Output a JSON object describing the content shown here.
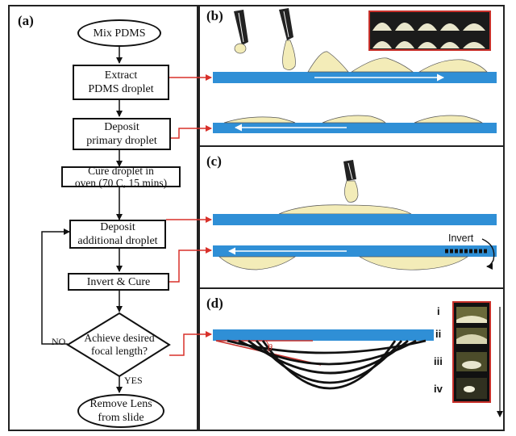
{
  "panels": {
    "a": "(a)",
    "b": "(b)",
    "c": "(c)",
    "d": "(d)"
  },
  "flowchart": {
    "start": "Mix PDMS",
    "step1": "Extract\nPDMS droplet",
    "step2": "Deposit\nprimary droplet",
    "step3": "Cure droplet in\noven (70 C, 15 mins)",
    "step4": "Deposit\nadditional droplet",
    "step5": "Invert & Cure",
    "decision": "Achieve desired\nfocal length?",
    "no_label": "NO",
    "yes_label": "YES",
    "end": "Remove Lens\nfrom slide"
  },
  "panel_c": {
    "invert_label": "Invert"
  },
  "panel_d": {
    "theta": "θ",
    "stages": [
      "i",
      "ii",
      "iii",
      "iv"
    ]
  },
  "colors": {
    "slide_blue": "#2f8fd6",
    "droplet": "#f3ecb8",
    "arrow_red": "#d8302a",
    "frame_red": "#c8302a"
  }
}
